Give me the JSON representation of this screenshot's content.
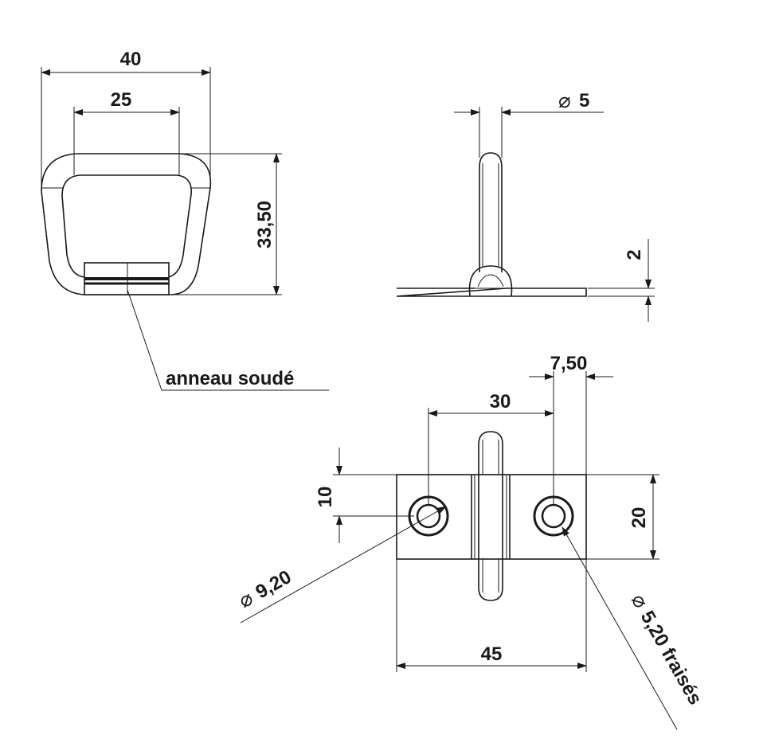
{
  "dimensions": {
    "top_width_outer": "40",
    "top_width_inner": "25",
    "height": "33,50",
    "rod_diameter_symbol": "⌀",
    "rod_diameter": "5",
    "plate_thickness": "2",
    "hole_offset": "7,50",
    "hole_spacing": "30",
    "hole_vertical": "10",
    "plate_height": "20",
    "plate_width": "45",
    "counterbore_diameter": "9,20",
    "hole_diameter_note": "5,20 fraisés"
  },
  "notes": {
    "welded_ring": "anneau soudé"
  },
  "colors": {
    "ink": "#1a1a1a",
    "paper": "#ffffff"
  }
}
